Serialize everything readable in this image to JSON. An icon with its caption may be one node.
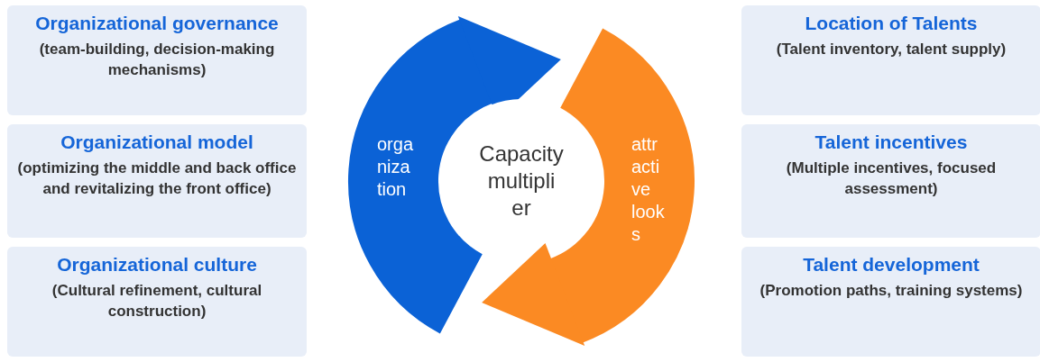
{
  "diagram": {
    "nodes": [
      {
        "text": [
          "Organizational governance",
          "(team-building, decision-making mechanisms)"
        ]
      },
      {
        "text": [
          "Organizational model",
          "(optimizing the middle and back office and revitalizing the front office)"
        ]
      },
      {
        "text": [
          "Organizational culture",
          "(Cultural refinement, cultural construction)"
        ]
      },
      {
        "text": [
          "orga niza tion"
        ]
      },
      {
        "text": [
          "Capacity multipli er"
        ]
      },
      {
        "text": [
          "attr acti ve look s"
        ]
      },
      {
        "text": [
          "Location of Talents",
          "(Talent inventory, talent supply)"
        ]
      },
      {
        "text": [
          "Talent incentives",
          "(Multiple incentives, focused assessment)"
        ]
      },
      {
        "text": [
          "Talent development",
          "(Promotion paths, training systems)"
        ]
      }
    ]
  }
}
